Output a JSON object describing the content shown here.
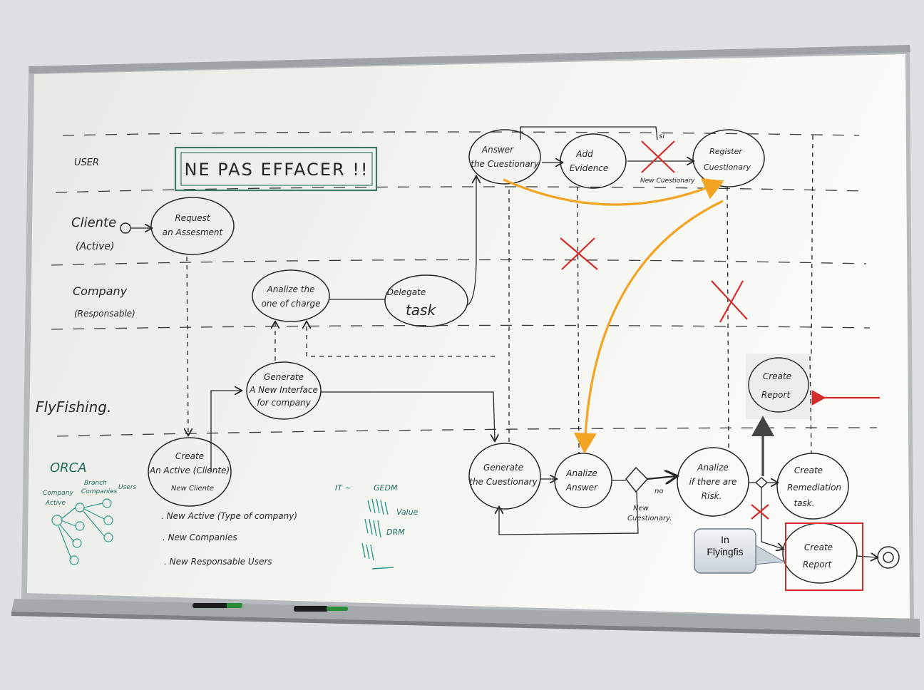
{
  "banner": "NE PAS EFFACER !!",
  "lanes": {
    "user": "USER",
    "client": "Cliente",
    "client_sub": "(Active)",
    "company": "Company",
    "company_sub": "(Responsable)",
    "flyfishing": "FlyFishing.",
    "orca": "ORCA"
  },
  "nodes": {
    "request": [
      "Request",
      "an Assesment"
    ],
    "analize_charge": [
      "Analize the",
      "one of charge"
    ],
    "delegate": [
      "Delegate",
      "task"
    ],
    "generate_interface": [
      "Generate",
      "A New Interface",
      "for company"
    ],
    "create_active": [
      "Create",
      "An Active (Cliente)",
      "New Cliente"
    ],
    "answer": [
      "Answer",
      "the Cuestionary"
    ],
    "add_evidence": [
      "Add",
      "Evidence"
    ],
    "register": [
      "Register",
      "Cuestionary"
    ],
    "generate_cuestionary": [
      "Generate",
      "the Cuestionary"
    ],
    "analize_answer": [
      "Analize",
      "Answer"
    ],
    "analize_risk": [
      "Analize",
      "if there are",
      "Risk."
    ],
    "create_remediation": [
      "Create",
      "Remediation",
      "task."
    ],
    "create_report_top": [
      "Create",
      "Report"
    ],
    "create_report_bottom": [
      "Create",
      "Report"
    ]
  },
  "edge_labels": {
    "si": "si",
    "new_cuestionary_top": "New Cuestionary",
    "no": "no",
    "new_cuestionary_bottom": [
      "New",
      "Cuestionary."
    ]
  },
  "notes": [
    ". New Active (Type of company)",
    ". New Companies",
    ". New Responsable Users"
  ],
  "tree_labels": {
    "branch": "Branch",
    "companies": "Companies",
    "users": "Users",
    "company": "Company",
    "active": "Active"
  },
  "teal_scribbles": {
    "a": "IT ~",
    "b": "GEDM",
    "c": "Value",
    "d": "DRM"
  },
  "callout": {
    "line1": "In",
    "line2": "Flyingfis"
  },
  "colors": {
    "whiteboard": "#f1f2ee",
    "frame": "#a7aaac",
    "ink": "#262626",
    "orange_arrow": "#f3a422",
    "red_mark": "#d42b2b",
    "teal_ink": "#2e9b88",
    "banner_green": "#3f7b63"
  }
}
